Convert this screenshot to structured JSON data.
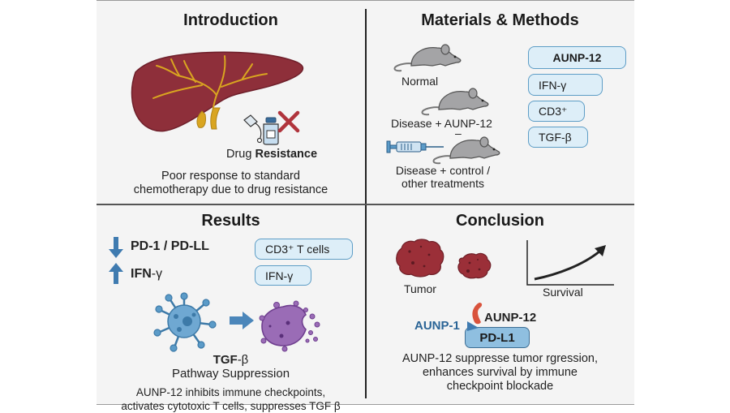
{
  "colors": {
    "liver": "#8e2f3a",
    "bile": "#d9a520",
    "pill_border": "#5d9dc6",
    "pill_fill": "#ddeef8",
    "arrow_blue": "#3f7bb0",
    "virus_blue": "#5b9bc8",
    "cell_purple": "#9a6cb6",
    "tumor": "#9b2f38",
    "cross_red": "#b0343c",
    "aunp_blue": "#2a6496",
    "antibody_red": "#d9533c",
    "mouse_gray": "#a4a4a6"
  },
  "introduction": {
    "title": "Introduction",
    "icons": [
      "liver-icon",
      "dropper-icon",
      "vial-icon",
      "cross-icon"
    ],
    "label_drug": "Drug ",
    "label_resistance": "Resistance",
    "caption_line1": "Poor response to standard",
    "caption_line2": "chemotherapy due to drug resistance"
  },
  "methods": {
    "title": "Materials & Methods",
    "groups": [
      {
        "label": "Normal"
      },
      {
        "label": "Disease + AUNP-12"
      },
      {
        "label": "Disease + control /",
        "label2": "other treatments"
      }
    ],
    "separator": "–",
    "markers": [
      "AUNP-12",
      "IFN-γ",
      "CD3⁺",
      "TGF-β"
    ]
  },
  "results": {
    "title": "Results",
    "down_label": "PD-1 / PD-LL",
    "up_label_bold": "IFN",
    "up_label_rest": "-γ",
    "pills": [
      "CD3⁺ T cells",
      "IFN-γ"
    ],
    "tgf_bold": "TGF",
    "tgf_rest": "-β",
    "pathway": "Pathway Suppression",
    "caption_line1": "AUNP-12 inhibits immune checkpoints,",
    "caption_line2": "activates cytotoxic T cells, suppresses TGF β"
  },
  "conclusion": {
    "title": "Conclusion",
    "tumor_label": "Tumor",
    "survival_label": "Survival",
    "aunp_left": "AUNP-1",
    "aunp_right": "AUNP-12",
    "pdl1": "PD-L1",
    "caption_line1": "AUNP-12 suppresse tumor rgression,",
    "caption_line2": "enhances survival by immune",
    "caption_line3": "checkpoint blockade"
  }
}
